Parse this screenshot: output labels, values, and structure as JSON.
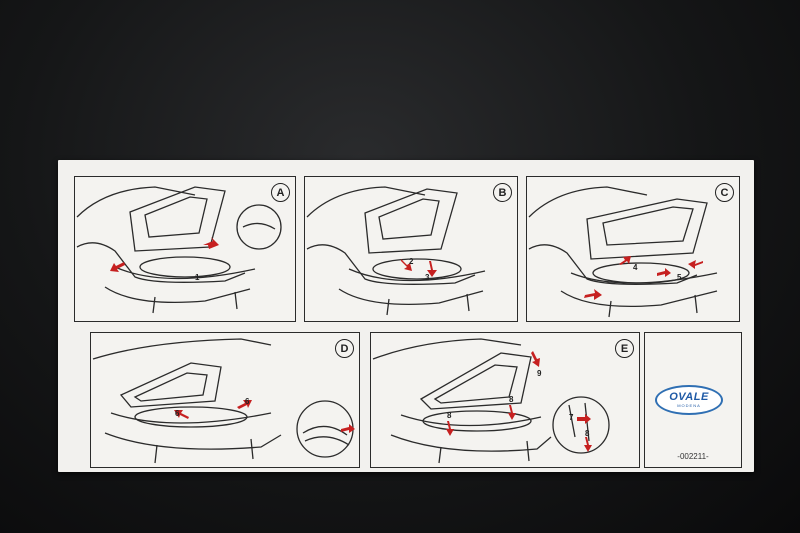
{
  "panels": [
    {
      "letter": "A",
      "numbers": [
        "1"
      ]
    },
    {
      "letter": "B",
      "numbers": [
        "2",
        "3"
      ]
    },
    {
      "letter": "C",
      "numbers": [
        "4",
        "5"
      ]
    },
    {
      "letter": "D",
      "numbers": [
        "6",
        "6"
      ]
    },
    {
      "letter": "E",
      "numbers": [
        "9",
        "8",
        "8",
        "7",
        "8"
      ]
    }
  ],
  "logo": {
    "brand": "OVALE",
    "sub": "MODENA"
  },
  "part_code": "-002211-",
  "colors": {
    "arrow": "#c62020",
    "line": "#2b2b2b",
    "logo": "#1f5aa6"
  }
}
